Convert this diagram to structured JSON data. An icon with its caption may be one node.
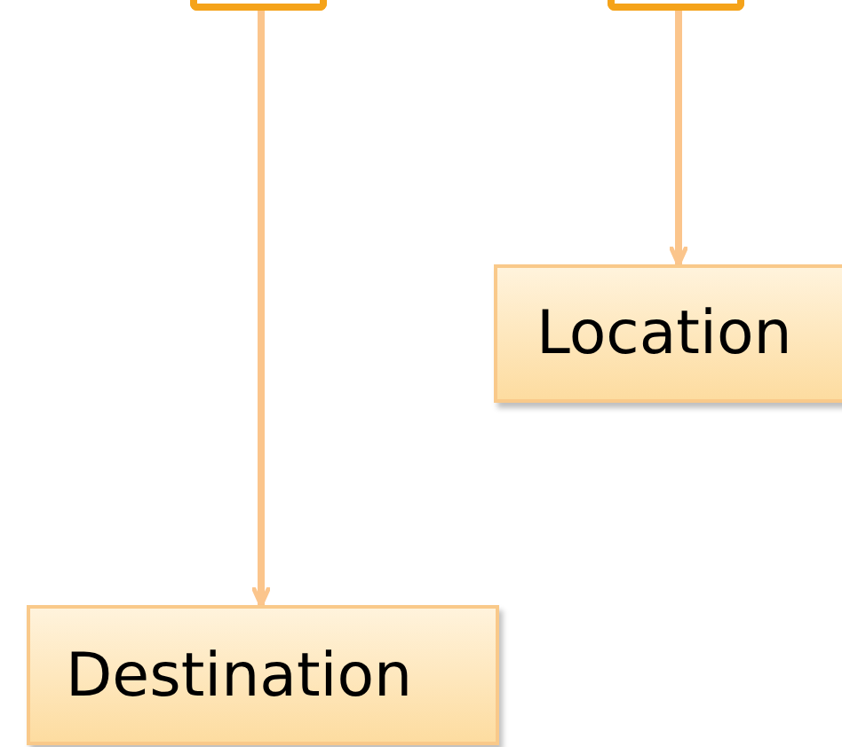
{
  "diagram": {
    "nodes": [
      {
        "text": [],
        "shape": "box"
      },
      {
        "text": [],
        "shape": "box"
      },
      {
        "text": [
          "Location"
        ]
      },
      {
        "text": [
          "Destination"
        ]
      }
    ],
    "edges": [
      {
        "from": 0,
        "to": 3,
        "arrow": "to"
      },
      {
        "from": 1,
        "to": 2,
        "arrow": "to"
      }
    ]
  }
}
